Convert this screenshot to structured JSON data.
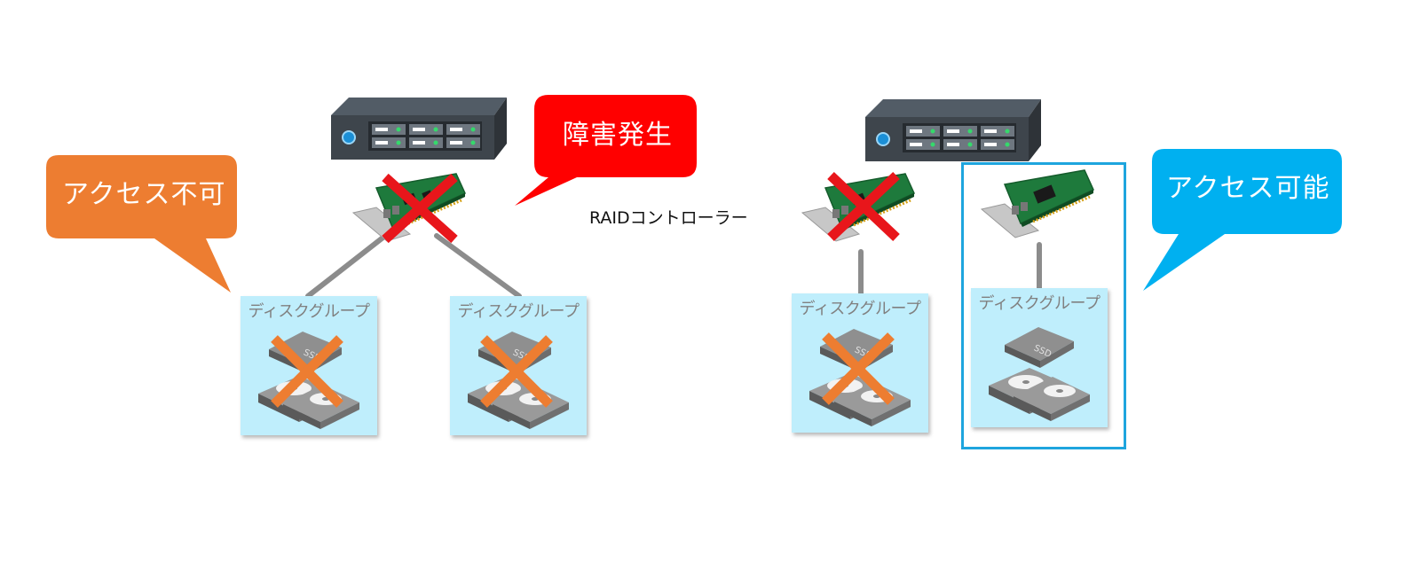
{
  "callouts": {
    "access_denied": "アクセス不可",
    "failure": "障害発生",
    "access_ok": "アクセス可能"
  },
  "labels": {
    "raid_controller": "RAIDコントローラー",
    "disk_group": "ディスクグループ",
    "ssd": "SSD"
  },
  "colors": {
    "orange": "#ed7d31",
    "red": "#ff0000",
    "blue": "#00b0f0",
    "disk_group_bg": "#bfeefc",
    "highlight_border": "#1ea5de",
    "link": "#8c8c8c"
  },
  "icons": [
    "server-icon",
    "raid-card-icon",
    "ssd-icon",
    "hdd-icon",
    "failure-cross-icon"
  ]
}
